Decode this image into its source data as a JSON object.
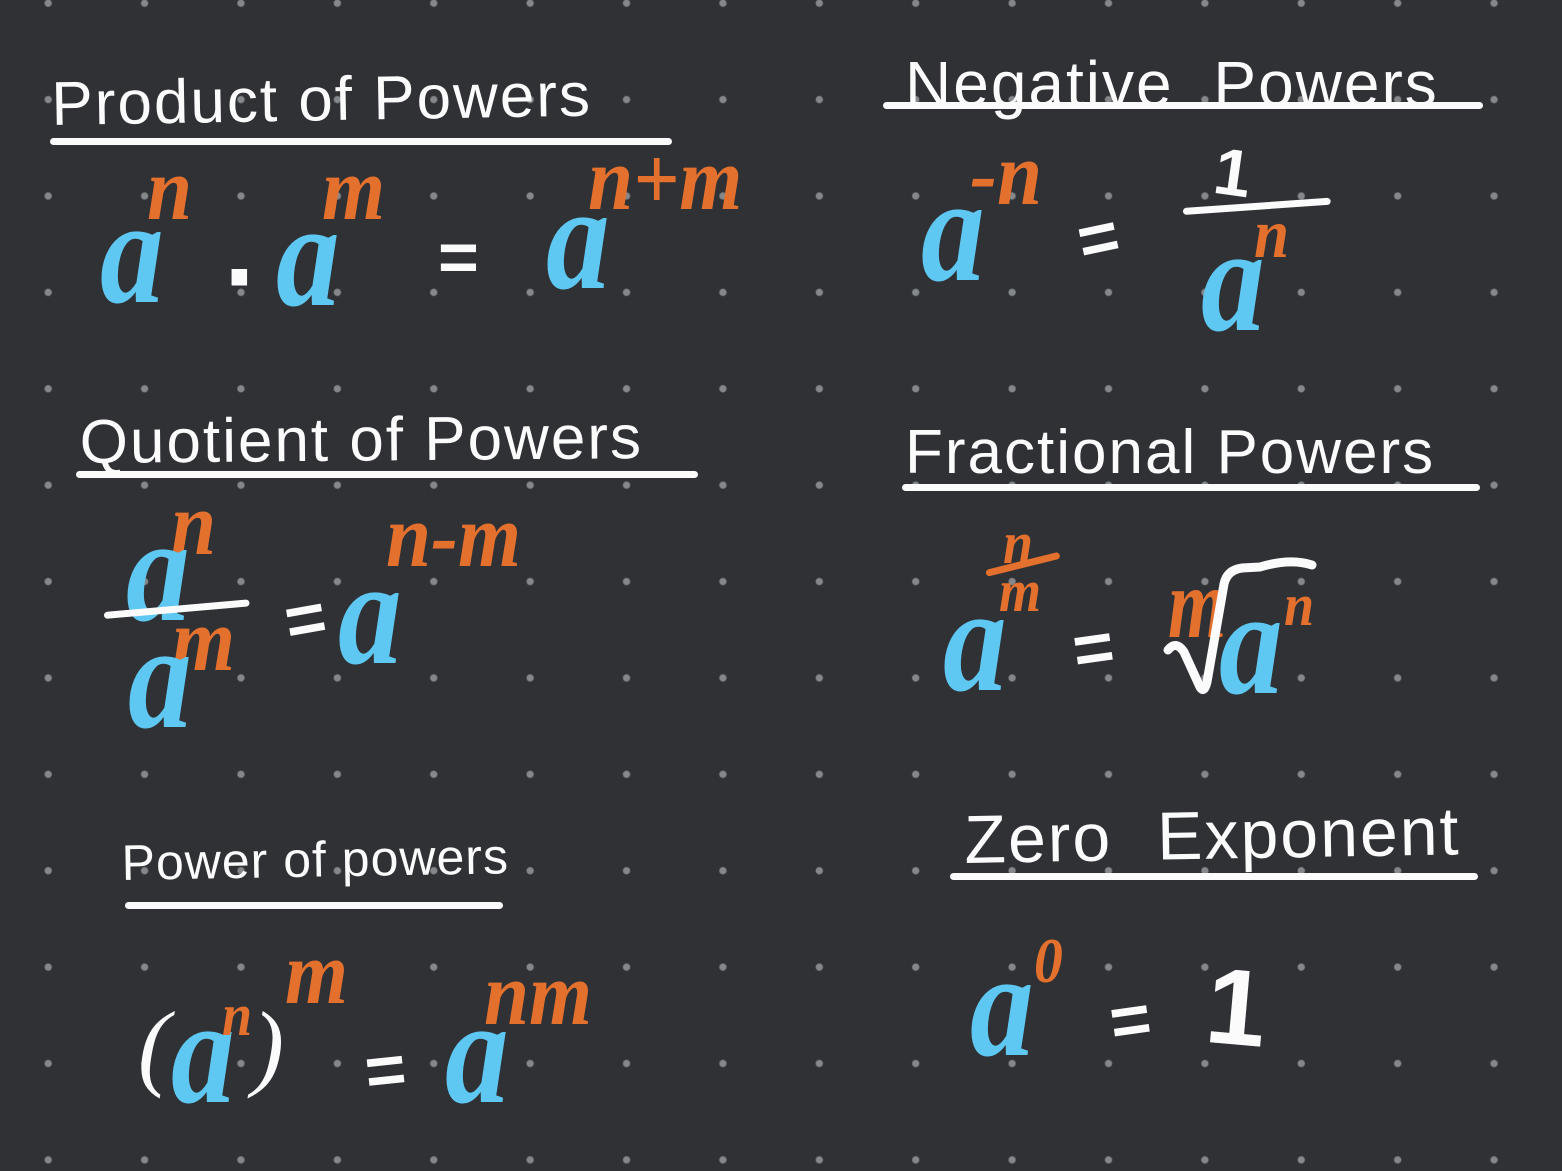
{
  "page": {
    "background_color": "#2f3134",
    "dot_grid_color": "#85888a",
    "ink_colors": {
      "white": "#fbfbfb",
      "blue": "#5ec8f2",
      "orange": "#e4702e"
    }
  },
  "sections": {
    "product_of_powers": {
      "title": "Product of Powers",
      "formula": {
        "base_1": "a",
        "exp_1": "n",
        "operator": "·",
        "base_2": "a",
        "exp_2": "m",
        "equals": "=",
        "result_base": "a",
        "result_exp": "n+m"
      }
    },
    "negative_powers": {
      "title": "Negative Powers",
      "formula": {
        "base": "a",
        "exponent": "-n",
        "equals": "=",
        "numerator": "1",
        "denominator_base": "a",
        "denominator_exp": "n"
      }
    },
    "quotient_of_powers": {
      "title": "Quotient of Powers",
      "formula": {
        "numerator_base": "a",
        "numerator_exp": "n",
        "denominator_base": "a",
        "denominator_exp": "m",
        "equals": "=",
        "result_base": "a",
        "result_exp": "n-m"
      }
    },
    "fractional_powers": {
      "title": "Fractional Powers",
      "formula": {
        "base": "a",
        "exp_numerator": "n",
        "exp_denominator": "m",
        "equals": "=",
        "root_index": "m",
        "radicand_base": "a",
        "radicand_exp": "n"
      }
    },
    "power_of_powers": {
      "title": "Power of powers",
      "formula": {
        "open_paren": "(",
        "base": "a",
        "inner_exp": "n",
        "close_paren": ")",
        "outer_exp": "m",
        "equals": "=",
        "result_base": "a",
        "result_exp": "nm"
      }
    },
    "zero_exponent": {
      "title": "Zero Exponent",
      "formula": {
        "base": "a",
        "exponent": "0",
        "equals": "=",
        "result": "1"
      }
    }
  }
}
